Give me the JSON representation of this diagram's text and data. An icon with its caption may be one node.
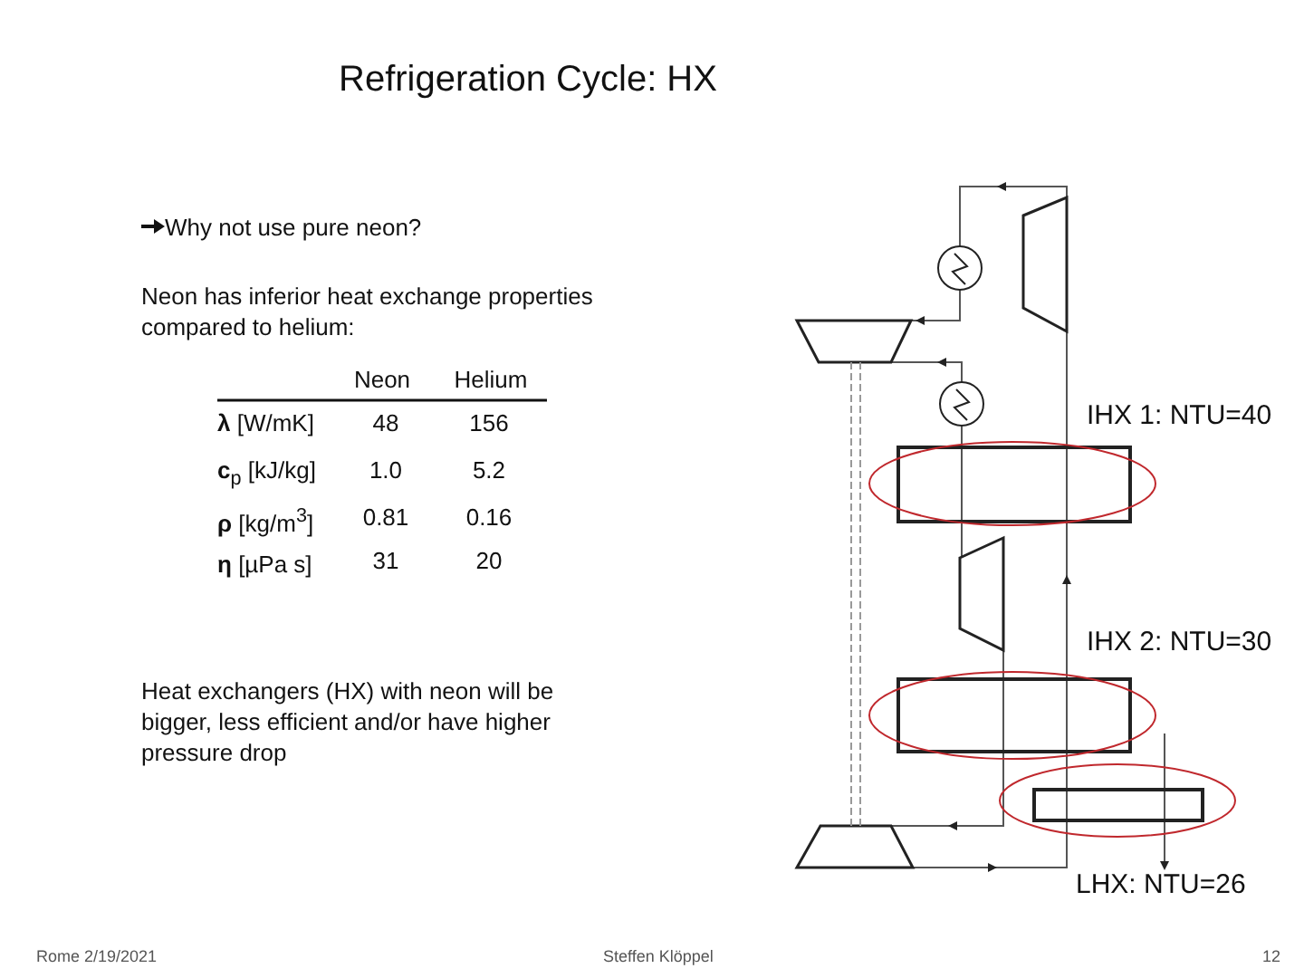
{
  "diagram": {
    "title": "Refrigeration Cycle: HX",
    "labels": [
      "Why not use pure neon?",
      "Neon has inferior heat exchange properties compared to helium:",
      "Neon",
      "Helium",
      "**λ** [W/mK]",
      "48",
      "156",
      "**c**$_{p}$ [kJ/kg]",
      "1.0",
      "5.2",
      "**ρ** [kg/m$^{3}$]",
      "0.81",
      "0.16",
      "**η** [µPa s]",
      "31",
      "20",
      "IHX 1: NTU=40",
      "IHX 2: NTU=30",
      "Heat exchangers (HX) with neon will be bigger, less efficient and/or have higher pressure drop",
      "LHX: NTU=26",
      "Rome 2/19/2021",
      "Steffen Klöppel",
      "12"
    ]
  }
}
